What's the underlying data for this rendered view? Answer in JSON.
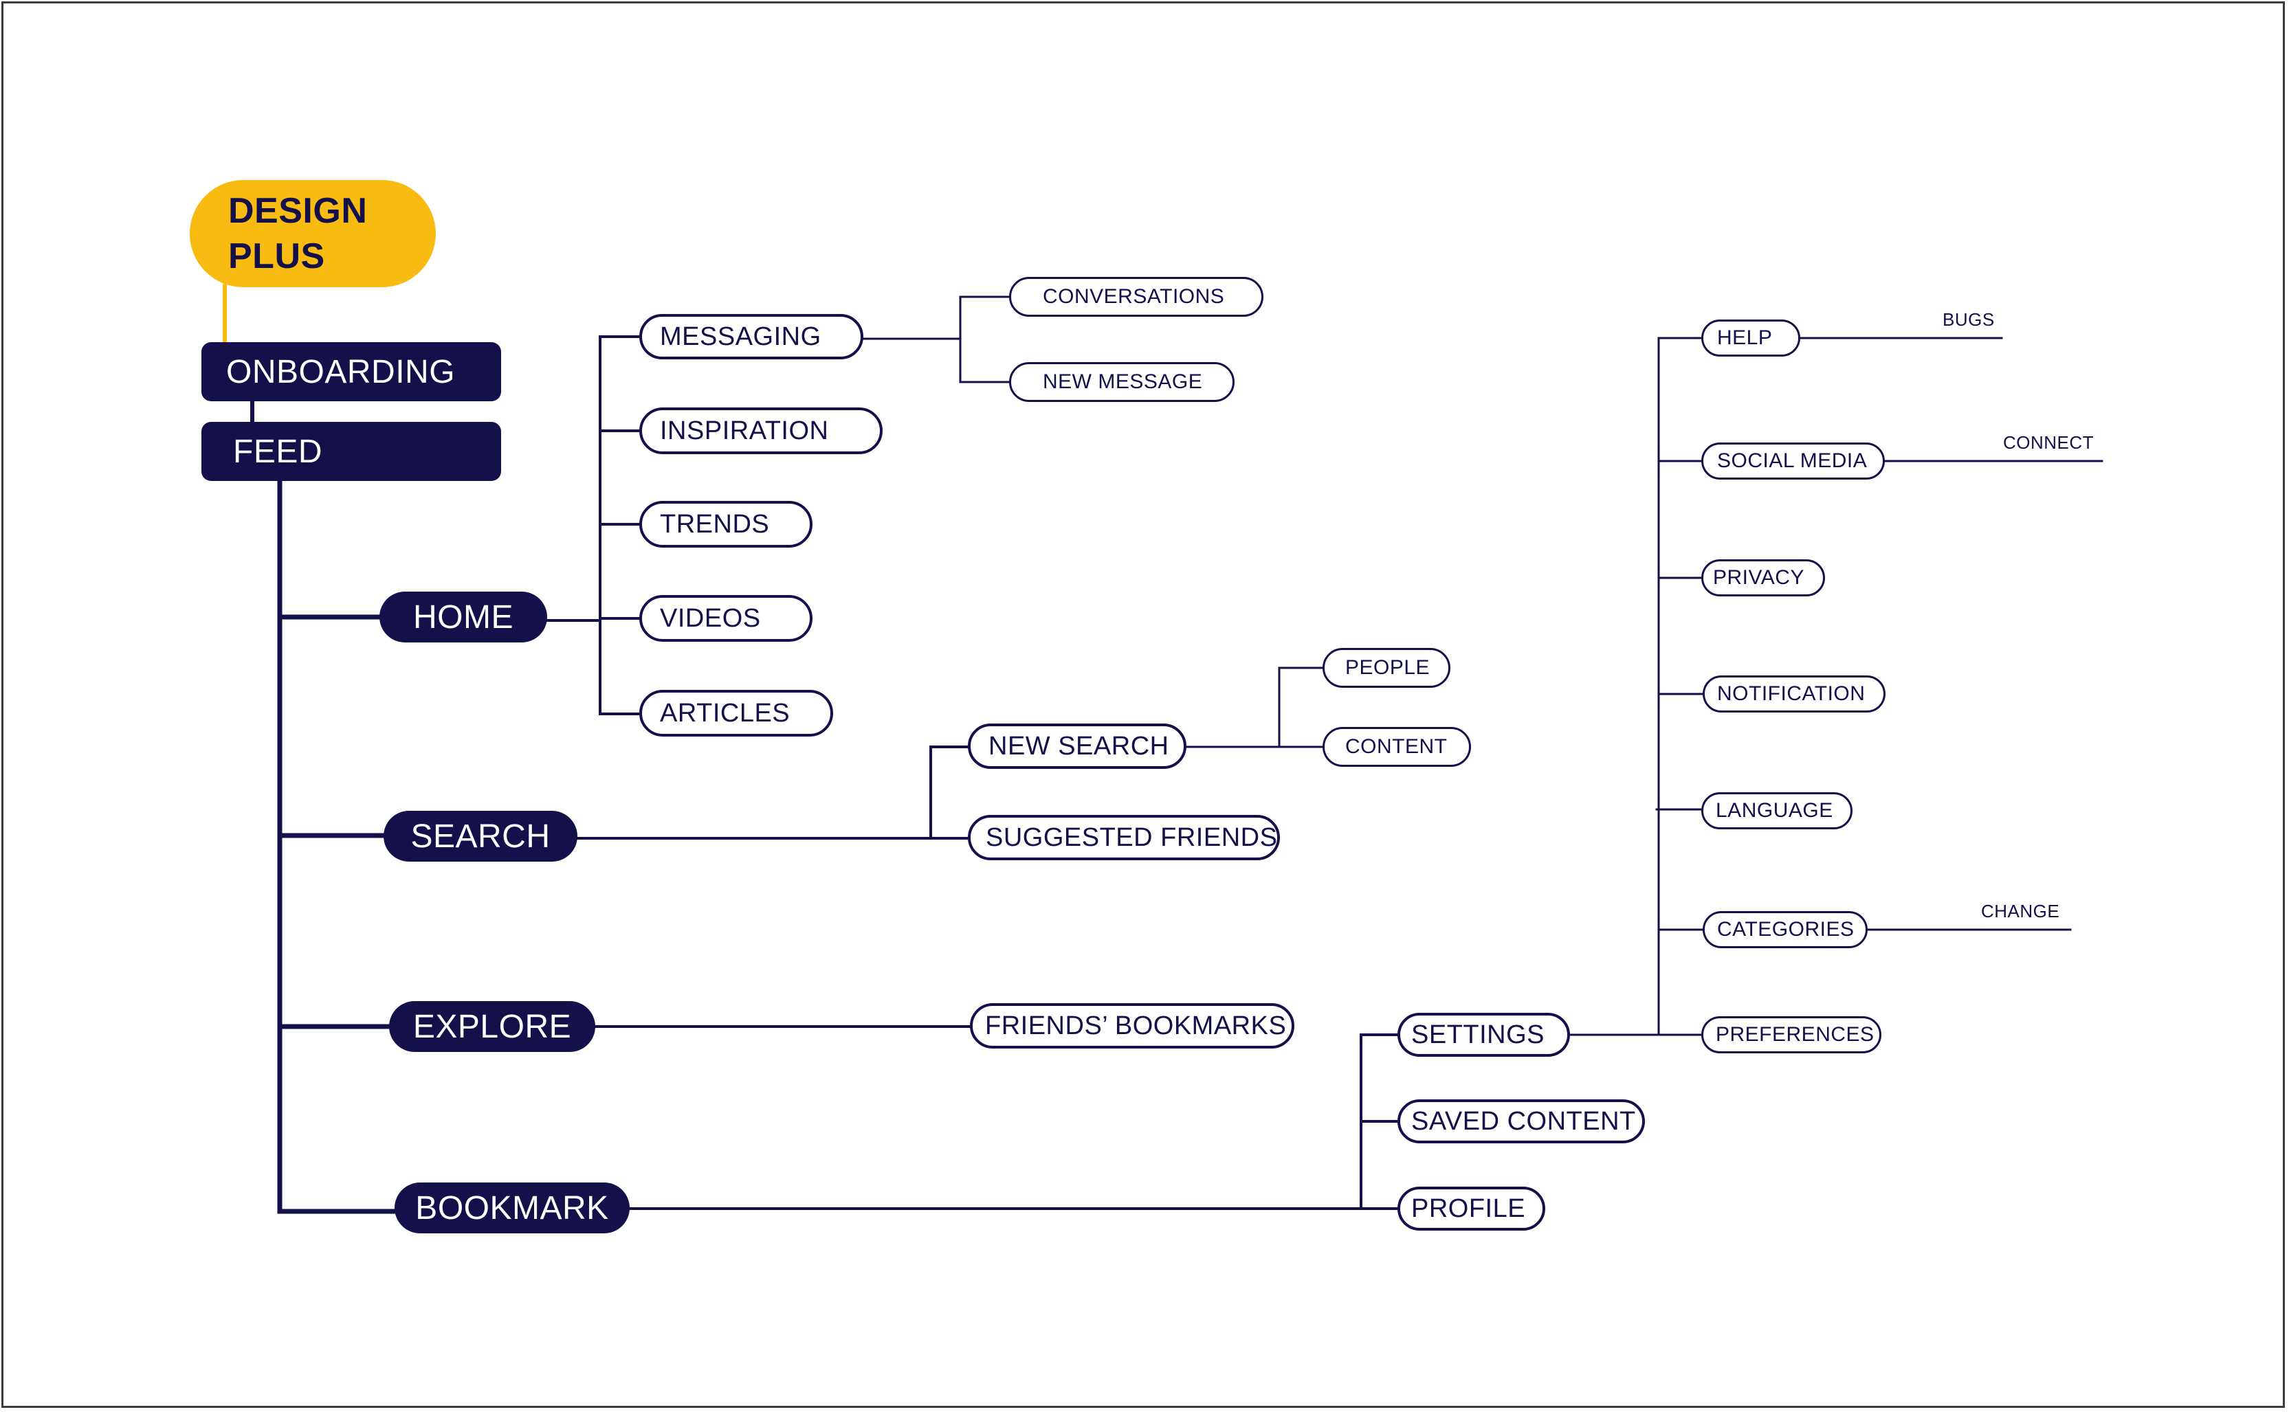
{
  "root": {
    "label_line1": "DESIGN",
    "label_line2": "PLUS"
  },
  "flow": {
    "onboarding": "ONBOARDING",
    "feed": "FEED"
  },
  "sections": {
    "home": "HOME",
    "search": "SEARCH",
    "explore": "EXPLORE",
    "bookmark": "BOOKMARK"
  },
  "home_items": {
    "messaging": "MESSAGING",
    "inspiration": "INSPIRATION",
    "trends": "TRENDS",
    "videos": "VIDEOS",
    "articles": "ARTICLES"
  },
  "messaging_items": {
    "conversations": "CONVERSATIONS",
    "new_message": "NEW MESSAGE"
  },
  "search_items": {
    "new_search": "NEW SEARCH",
    "suggested_friends": "SUGGESTED FRIENDS"
  },
  "new_search_items": {
    "people": "PEOPLE",
    "content": "CONTENT"
  },
  "explore_items": {
    "friends_bookmarks": "FRIENDS’ BOOKMARKS"
  },
  "bookmark_items": {
    "settings": "SETTINGS",
    "saved_content": "SAVED CONTENT",
    "profile": "PROFILE"
  },
  "settings_items": {
    "help": "HELP",
    "social_media": "SOCIAL MEDIA",
    "privacy": "PRIVACY",
    "notification": "NOTIFICATION",
    "language": "LANGUAGE",
    "categories": "CATEGORIES",
    "preferences": "PREFERENCES"
  },
  "settings_leaves": {
    "bugs": "BUGS",
    "connect": "CONNECT",
    "change": "CHANGE"
  },
  "colors": {
    "navy": "#13104a",
    "yellow": "#f8bb12",
    "white": "#ffffff"
  }
}
